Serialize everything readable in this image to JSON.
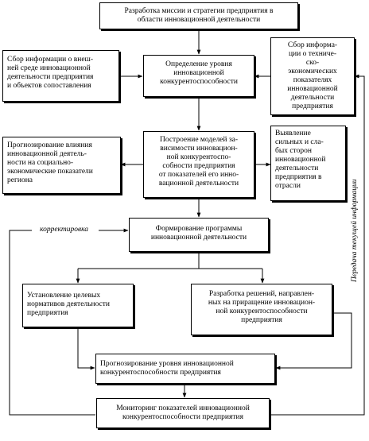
{
  "boxes": {
    "mission": "Разработка миссии и стратегии предприятия в\nобласти инновационной деятельности",
    "env_info": "Сбор информации о внеш-\nней среде инновационной\nдеятельности предприятия\nи объектов сопоставления",
    "level_def": "Определение уровня\nинновационной\nконкурентоспособности",
    "tech_info": "Сбор информа-\nции о техниче-\nско-\nэкономических\nпоказателях\nинновационной\nдеятельности\nпредприятия",
    "forecast_impact": "Прогнозирование влияния\nинновационной деятель-\nности на социально-\nэкономические показатели\nрегиона",
    "models": "Построение моделей за-\nвисимости инновацион-\nной конкурентоспо-\nсобности предприятия\nот показателей его инно-\nвационной деятельности",
    "strengths": "Выявление\nсильных и сла-\nбых сторон\nинновационной\nдеятельности\nпредприятия в\nотрасли",
    "program": "Формирование программы\nинновационной деятельности",
    "targets": "Установление целевых\nнормативов деятельности\nпредприятия",
    "decisions": "Разработка решений, направлен-\nных на приращение инновацион-\nной конкурентоспособности\nпредприятия",
    "forecast_level": "Прогнозирование уровня инновационной\nконкурентоспособности предприятия",
    "monitoring": "Мониторинг показателей инновационной\nконкурентоспособности предприятия"
  },
  "labels": {
    "correction": "корректировка",
    "transfer": "Передача текущей информации"
  }
}
